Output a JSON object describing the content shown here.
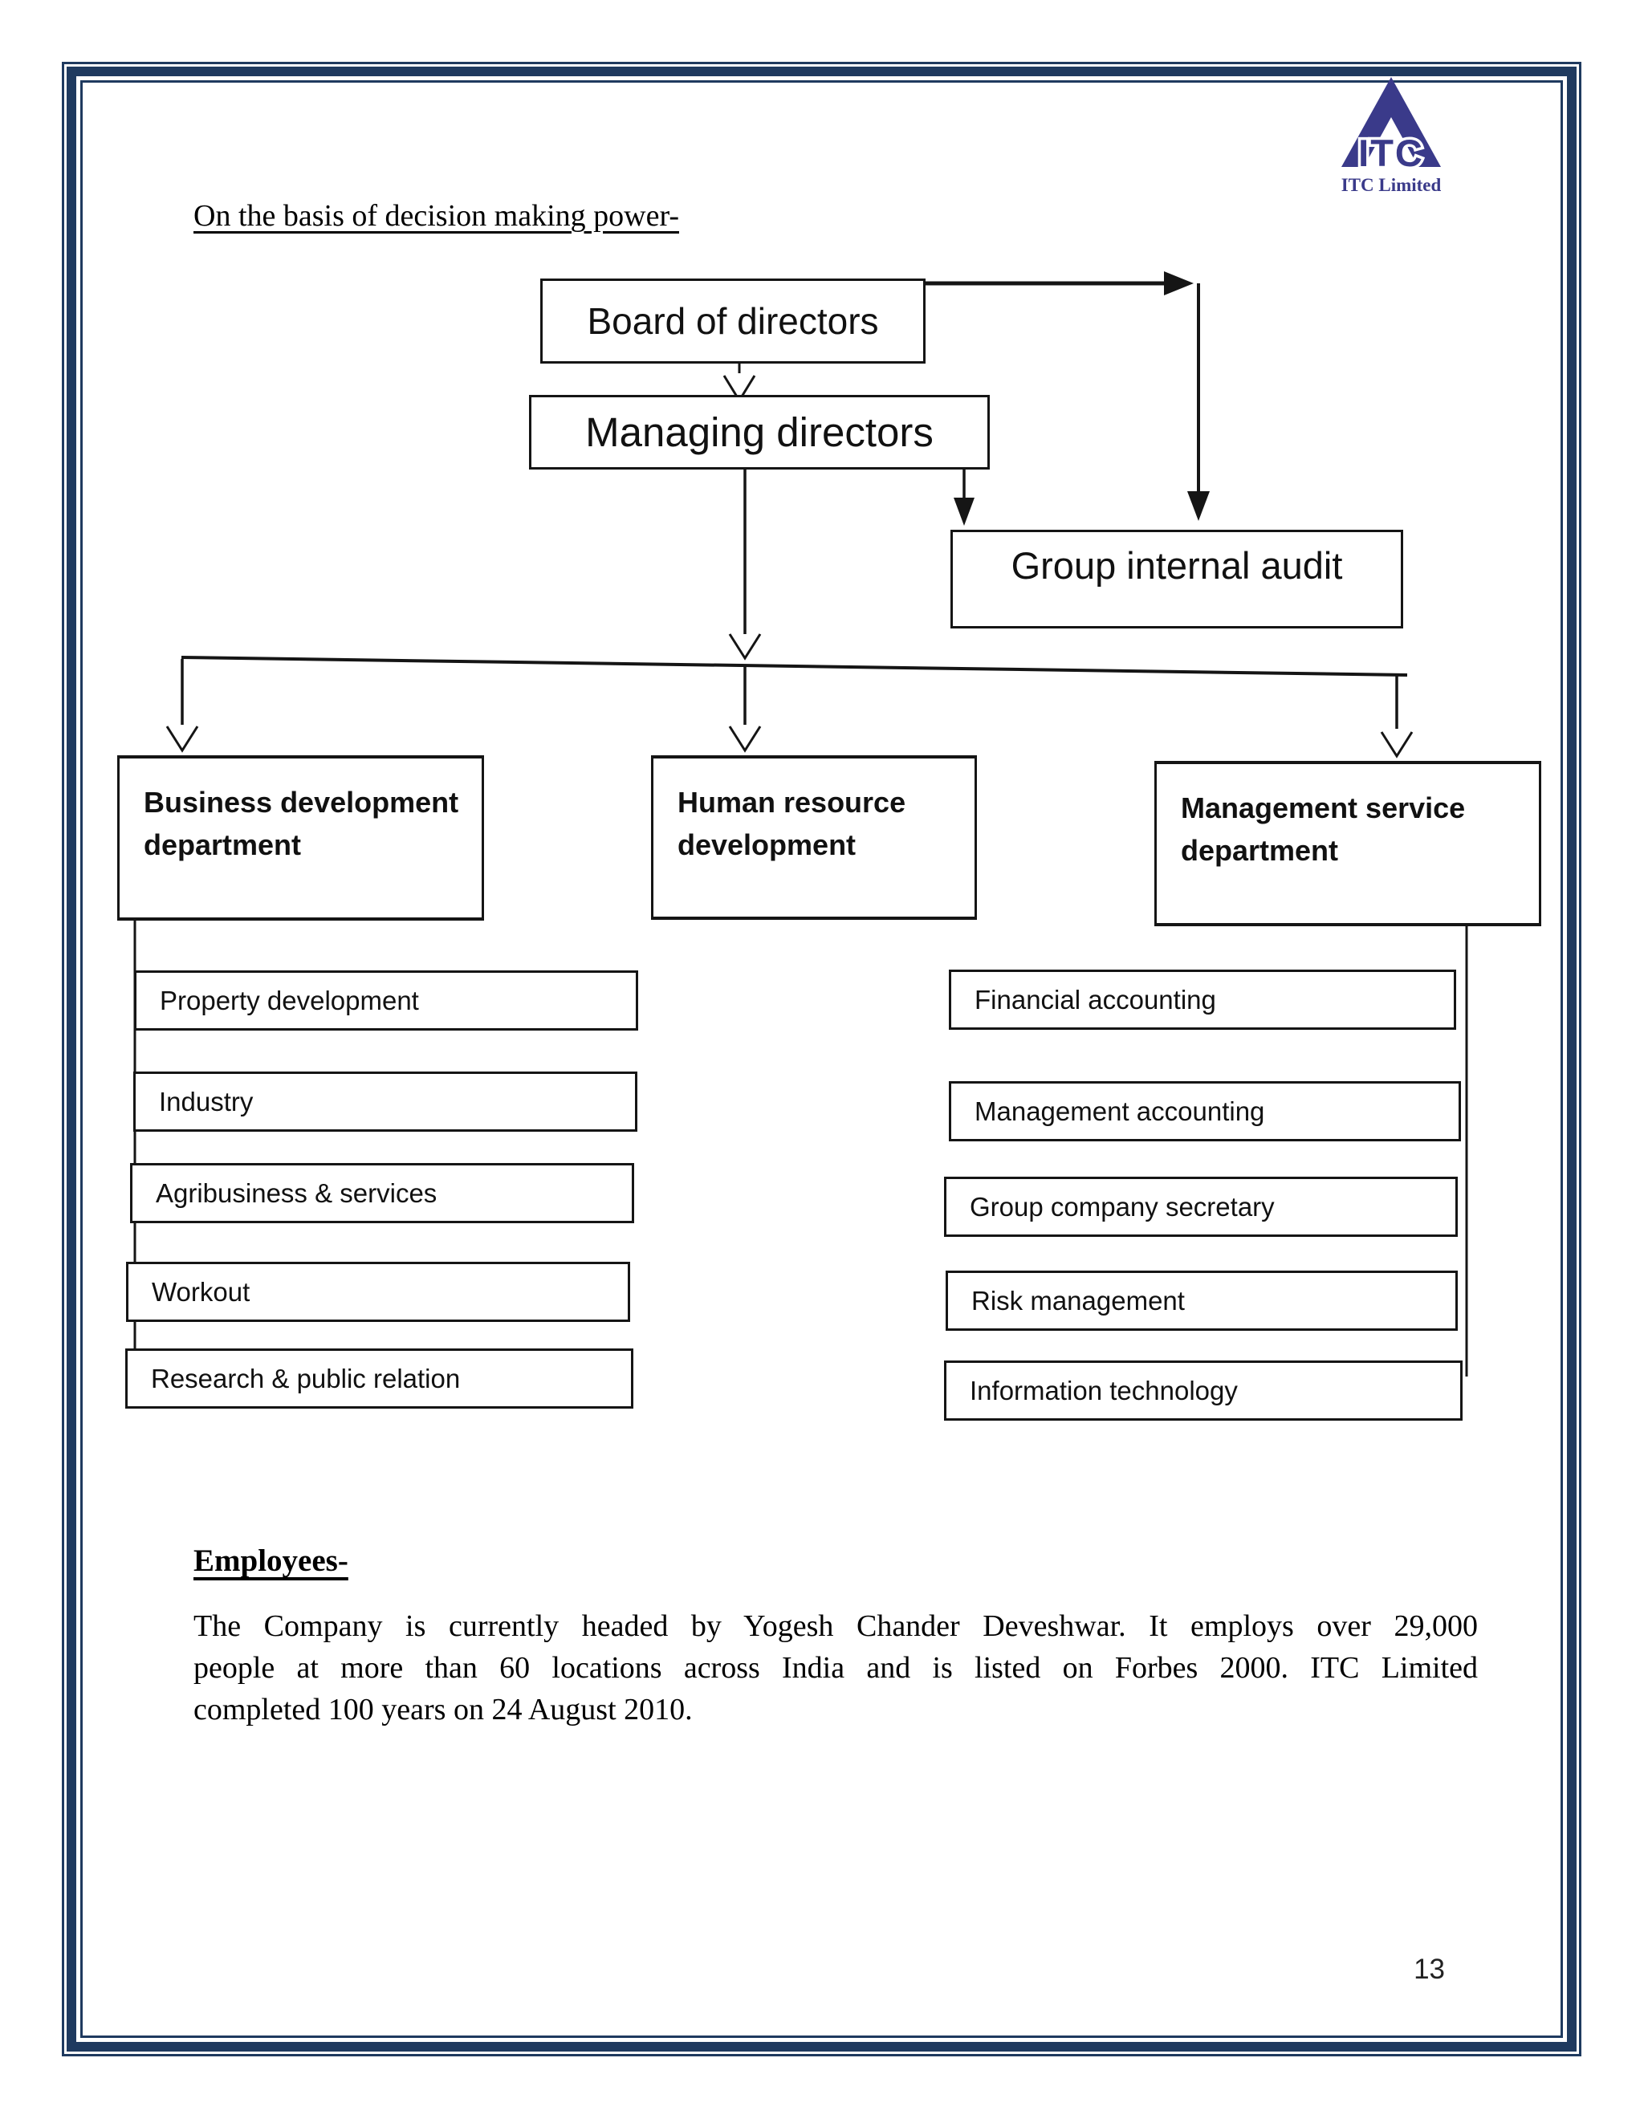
{
  "page": {
    "number": "13"
  },
  "logo": {
    "monogram": "ITC",
    "caption": "ITC Limited",
    "color": "#3a3a8a"
  },
  "heading": "On the basis of decision making power-",
  "chart": {
    "board": "Board of directors",
    "managing": "Managing directors",
    "audit": "Group internal audit",
    "departments": [
      {
        "line1": "Business development",
        "line2": "department"
      },
      {
        "line1": "Human resource",
        "line2": "development"
      },
      {
        "line1": "Management service",
        "line2": "department"
      }
    ],
    "left_items": [
      "Property development",
      "Industry",
      "Agribusiness & services",
      "Workout",
      "Research & public relation"
    ],
    "right_items": [
      "Financial accounting",
      "Management accounting",
      "Group company secretary",
      "Risk management",
      "Information technology"
    ]
  },
  "employees": {
    "heading": "Employees-",
    "lines": [
      "The Company is currently headed by Yogesh Chander Deveshwar. It employs over 29,000",
      "people at more than 60 locations across India and is listed on Forbes 2000. ITC Limited",
      "completed 100 years on 24 August 2010."
    ]
  },
  "colors": {
    "border_navy": "#1f3a5f",
    "ink": "#151515"
  }
}
